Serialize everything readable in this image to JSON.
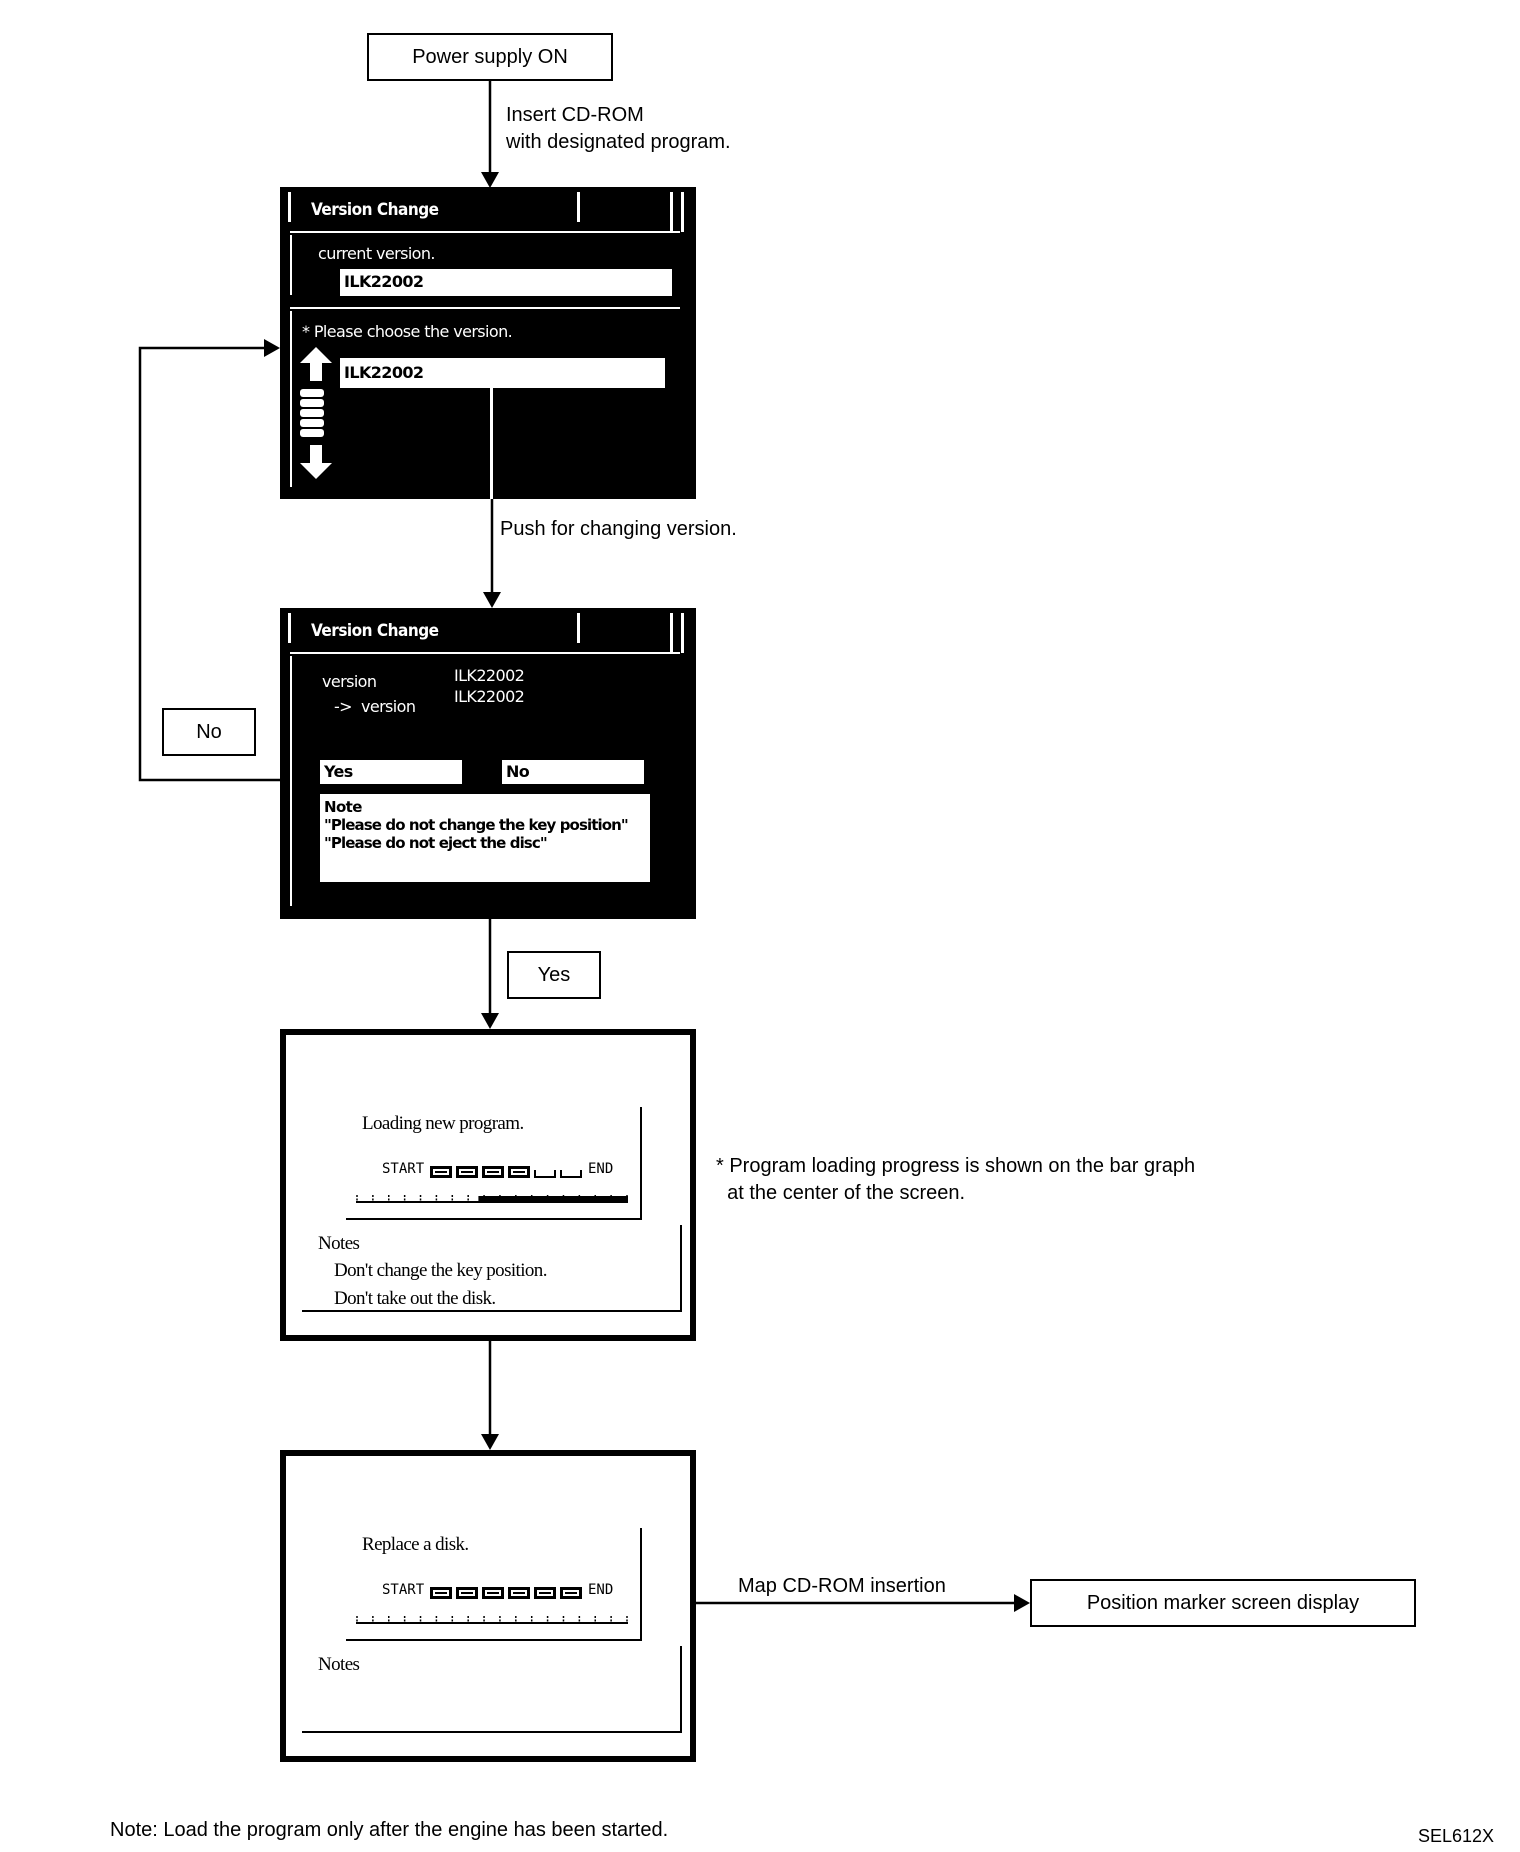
{
  "flow": {
    "start_box": "Power supply ON",
    "step1_label": "Insert CD-ROM\nwith designated program.",
    "step2_label": "Push for changing version.",
    "no_box": "No",
    "yes_box": "Yes",
    "progress_note": "* Program loading progress is shown on the bar graph\n  at the center of the screen.",
    "map_label": "Map CD-ROM insertion",
    "end_box": "Position marker screen display",
    "footer_note": "Note: Load the program only after the engine has been started.",
    "figure_id": "SEL612X"
  },
  "screen1": {
    "title": "Version Change",
    "current_label": "current version.",
    "current_value": "ILK22002",
    "choose_label": "* Please choose the version.",
    "choose_value": "ILK22002"
  },
  "screen2": {
    "title": "Version Change",
    "version_label": "version",
    "arrow_version_label": "->  version",
    "version_value": "ILK22002",
    "new_version_value": "ILK22002",
    "yes_button": "Yes",
    "no_button": "No",
    "note_title": "Note",
    "note_line1": "\"Please do not change the key position\"",
    "note_line2": "\"Please do not eject the disc\""
  },
  "screen3": {
    "message": "Loading new program.",
    "start_label": "START",
    "end_label": "END",
    "progress": 0.67,
    "notes_title": "Notes",
    "notes_line1": "Don't change the key position.",
    "notes_line2": "Don't take out the disk."
  },
  "screen4": {
    "message": "Replace a disk.",
    "start_label": "START",
    "end_label": "END",
    "progress": 1.0,
    "notes_title": "Notes"
  }
}
